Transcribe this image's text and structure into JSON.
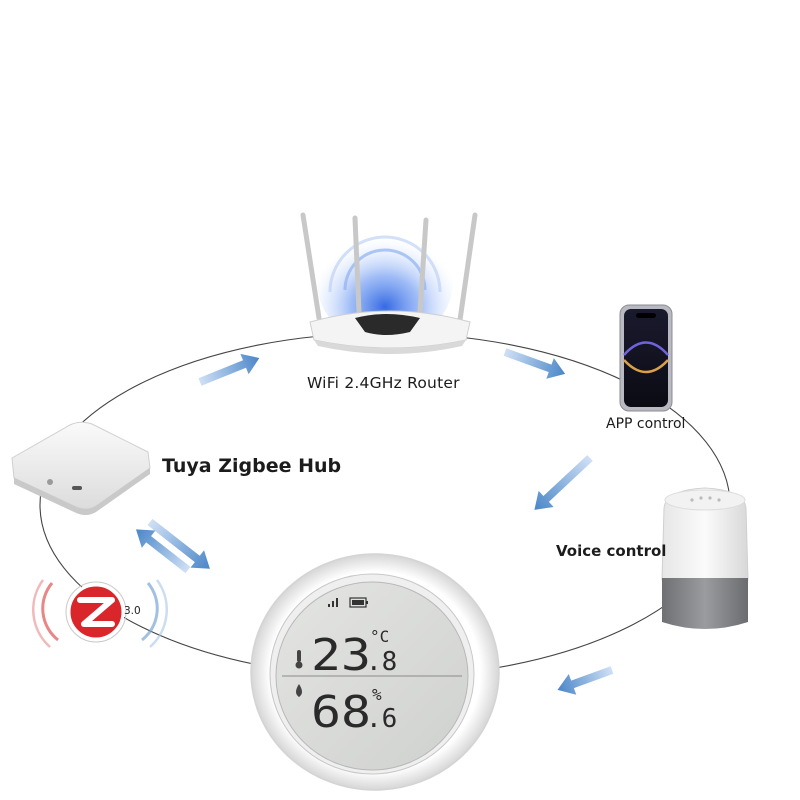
{
  "labels": {
    "router": "WiFi 2.4GHz Router",
    "app": "APP control",
    "hub": "Tuya Zigbee Hub",
    "voice": "Voice control"
  },
  "zigbee_badge": {
    "letter": "Z",
    "version": "3.0"
  },
  "sensor_display": {
    "temperature": "23",
    "temperature_decimal": ".8",
    "temperature_unit": "°C",
    "humidity": "68",
    "humidity_decimal": ".6",
    "humidity_unit": "%"
  },
  "icons": [
    "router-icon",
    "smartphone-icon",
    "zigbee-hub-icon",
    "smart-speaker-icon",
    "thermo-hygrometer-icon",
    "zigbee-logo-icon"
  ],
  "colors": {
    "arrow": "#4a86c8",
    "zigbee_red": "#d9262b",
    "wifi_blue": "#2f6fe0",
    "speaker_gray": "#7d7f82"
  }
}
